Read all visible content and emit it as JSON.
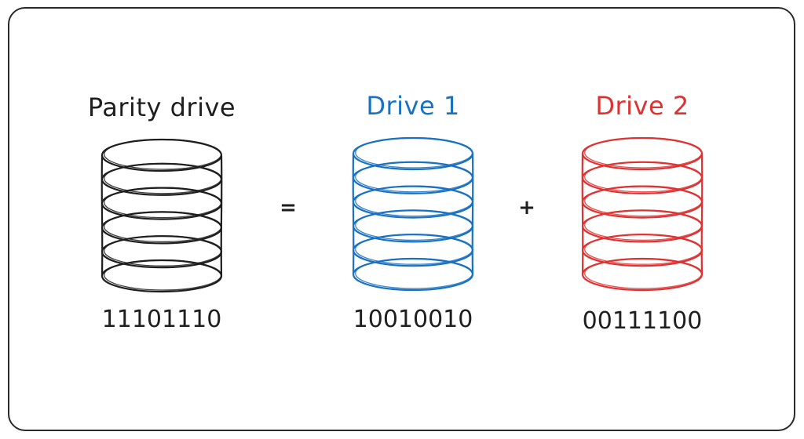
{
  "diagram": {
    "parity": {
      "title": "Parity drive",
      "bits": "11101110",
      "color": "#1e1e1e"
    },
    "drive1": {
      "title": "Drive 1",
      "bits": "10010010",
      "color": "#1971c2"
    },
    "drive2": {
      "title": "Drive 2",
      "bits": "00111100",
      "color": "#e03131"
    },
    "operators": {
      "equals": "=",
      "plus": "+"
    }
  }
}
